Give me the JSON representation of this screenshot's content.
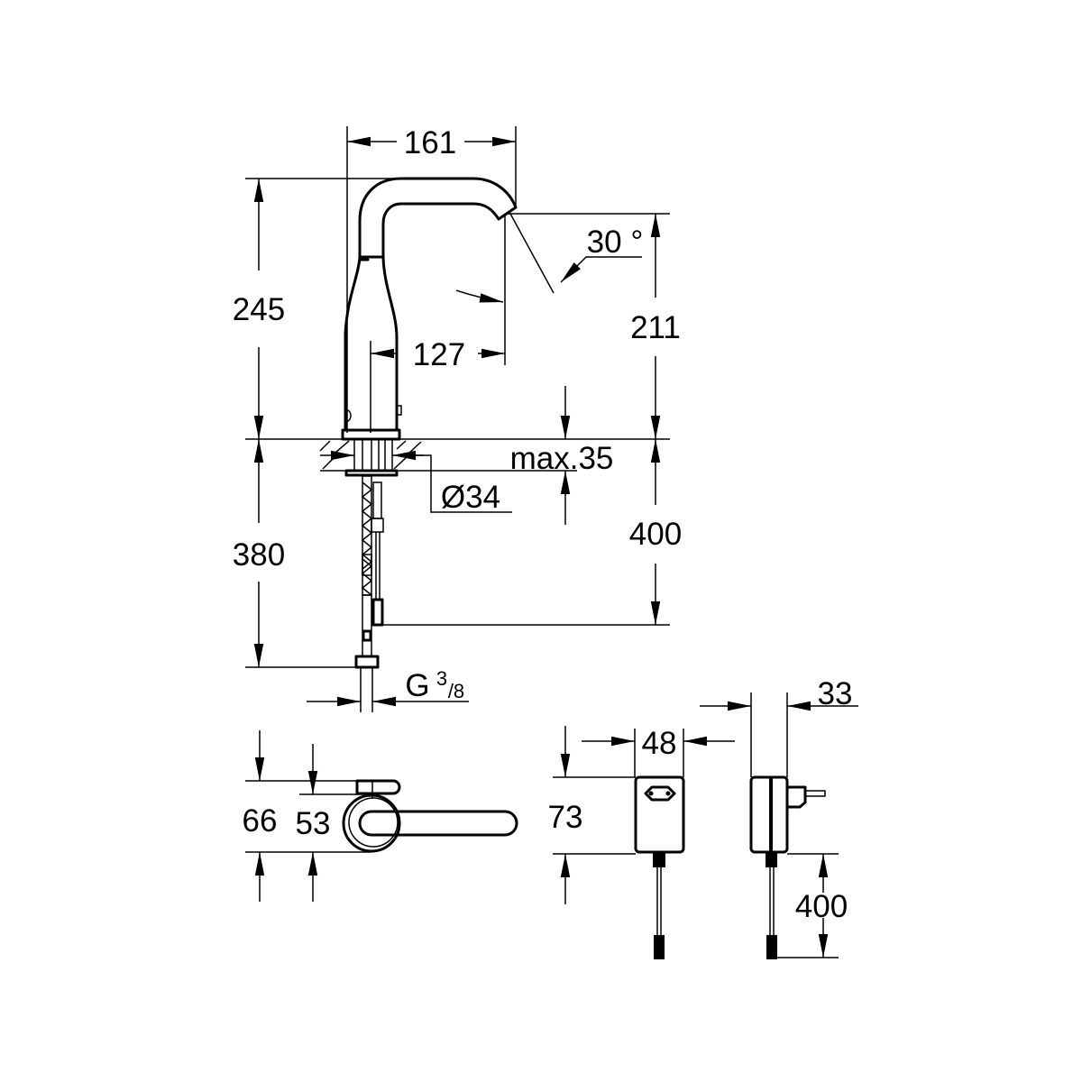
{
  "drawing": {
    "faucet_view": {
      "width_overall": "161",
      "height_overall": "245",
      "spout_height": "211",
      "spray_angle": "30 °",
      "spout_reach": "127",
      "counter_thickness": "max.35",
      "hole_diameter": "Ø34",
      "cable_length": "400",
      "hose_length": "380",
      "connection_thread": "G",
      "thread_numerator": "3",
      "thread_denominator": "/8"
    },
    "top_view": {
      "depth_overall": "66",
      "base_depth": "53"
    },
    "power_supply": {
      "width": "48",
      "height": "73",
      "depth": "33",
      "cable_length": "400"
    }
  }
}
